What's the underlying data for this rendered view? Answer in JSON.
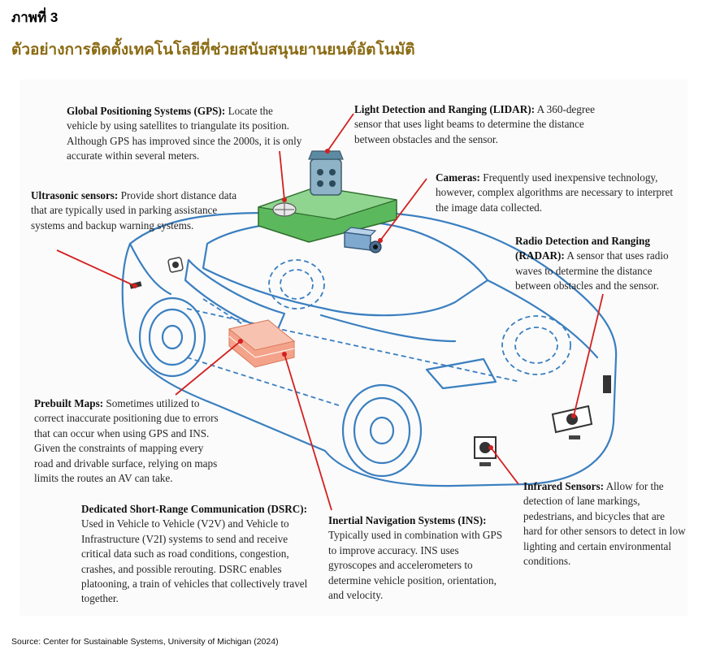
{
  "figure": {
    "label": "ภาพที่ 3",
    "title": "ตัวอย่างการติดตั้งเทคโนโลยีที่ช่วยสนับสนุนยานยนต์อัตโนมัติ",
    "source": "Source: Center for Sustainable Systems, University of Michigan (2024)"
  },
  "annotations": {
    "gps": {
      "title": "Global Positioning Systems (GPS):",
      "text": " Locate the vehicle by using satellites to triangulate its position. Although GPS has improved since the 2000s, it is only accurate within several meters."
    },
    "lidar": {
      "title": "Light Detection and Ranging (LIDAR):",
      "text": " A 360-degree sensor that uses light beams to determine the distance between obstacles and the sensor."
    },
    "cameras": {
      "title": "Cameras:",
      "text": " Frequently used inexpensive technology, however, complex algorithms are necessary to interpret the image data collected."
    },
    "ultrasonic": {
      "title": "Ultrasonic sensors:",
      "text": " Provide short distance data that are typically used in parking assistance systems and backup warning systems."
    },
    "radar": {
      "title": "Radio Detection and Ranging (RADAR):",
      "text": " A sensor that uses radio waves to determine the distance between obstacles and the sensor."
    },
    "maps": {
      "title": "Prebuilt Maps:",
      "text": " Sometimes utilized to correct inaccurate positioning due to errors that can occur when using GPS and INS. Given the constraints of mapping every road and drivable surface, relying on maps limits the routes  an AV can take."
    },
    "dsrc": {
      "title": "Dedicated Short-Range Communication (DSRC):",
      "text": " Used in Vehicle to Vehicle (V2V) and Vehicle to Infrastructure (V2I) systems to send and receive critical data such as road conditions, congestion, crashes, and possible rerouting. DSRC enables platooning, a train of vehicles that collectively travel together."
    },
    "ins": {
      "title": "Inertial Navigation Systems (INS):",
      "text": " Typically used in combination with GPS to improve accuracy. INS uses gyroscopes and accelerometers to determine vehicle position, orientation, and velocity."
    },
    "infrared": {
      "title": "Infrared Sensors:",
      "text": " Allow for the detection of lane markings, pedestrians, and bicycles that are hard for other sensors to detect in low lighting and certain environmental conditions."
    }
  },
  "colors": {
    "title": "#8a6a12",
    "car_outline": "#3a7fc0",
    "leader_line": "#d42020",
    "gps_unit": "#5cb85c",
    "maps_block": "#f4a38a"
  }
}
